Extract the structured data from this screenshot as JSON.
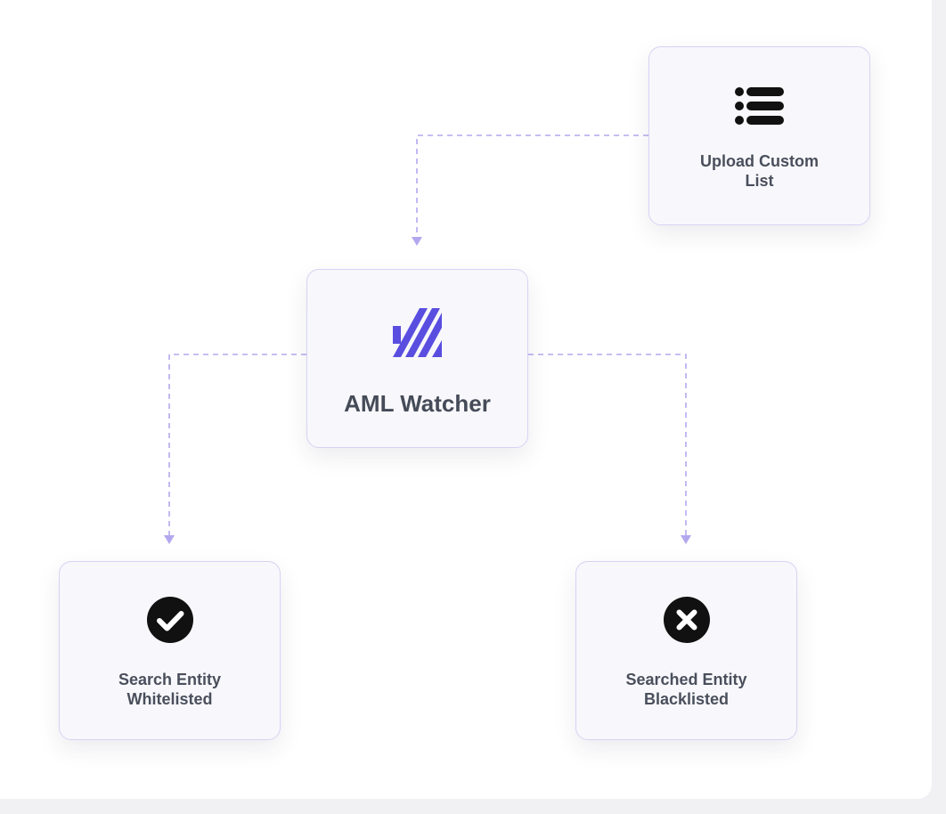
{
  "diagram": {
    "nodes": {
      "upload": {
        "label": "Upload Custom List",
        "icon": "list-icon"
      },
      "aml": {
        "label": "AML Watcher",
        "icon": "aml-watcher-logo-icon"
      },
      "whitelisted": {
        "label": "Search Entity Whitelisted",
        "icon": "check-circle-icon"
      },
      "blacklisted": {
        "label": "Searched Entity Blacklisted",
        "icon": "x-circle-icon"
      }
    },
    "edges": [
      {
        "from": "upload",
        "to": "aml",
        "style": "dashed"
      },
      {
        "from": "aml",
        "to": "whitelisted",
        "style": "dashed"
      },
      {
        "from": "aml",
        "to": "blacklisted",
        "style": "dashed"
      }
    ]
  },
  "colors": {
    "connector": "#b3a8ee",
    "brand_purple": "#5a4ee0",
    "node_border": "#d6d3f3",
    "text": "#4a4f5c",
    "icon_dark": "#111111"
  }
}
